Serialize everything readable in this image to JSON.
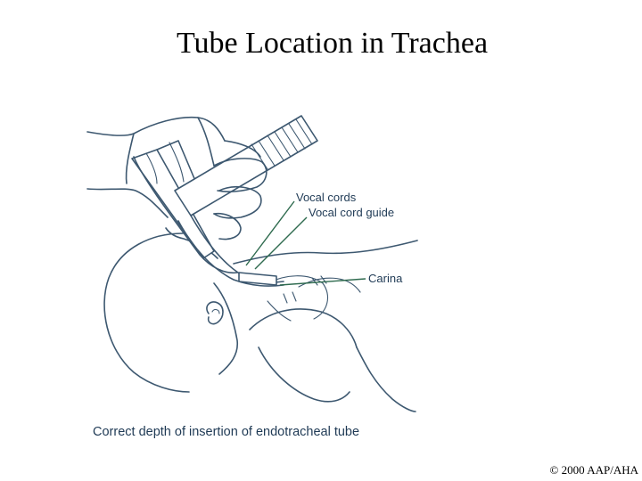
{
  "title": "Tube Location in Trachea",
  "figure": {
    "labels": {
      "vocal_cords": "Vocal cords",
      "vocal_cord_guide": "Vocal cord guide",
      "carina": "Carina"
    },
    "caption": "Correct depth of insertion of endotracheal tube",
    "colors": {
      "label_text": "#1f3a55",
      "line_art": "#3d5870",
      "leader_lines": "#2f6b4f"
    }
  },
  "copyright": "© 2000 AAP/AHA"
}
